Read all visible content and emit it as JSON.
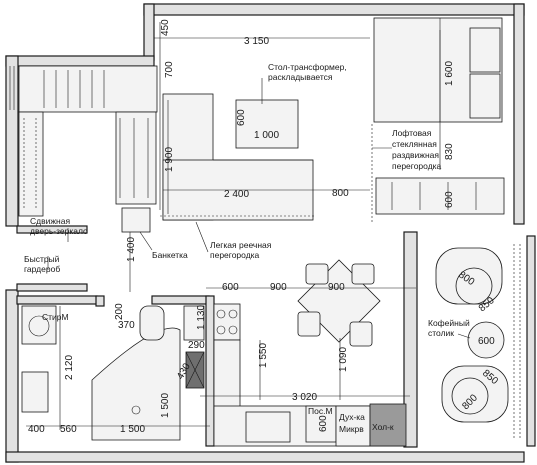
{
  "labels": {
    "table_transformer": "Стол-трансформер,",
    "table_transformer_2": "раскладывается",
    "loft_partition_1": "Лофтовая",
    "loft_partition_2": "стеклянная",
    "loft_partition_3": "раздвижная",
    "loft_partition_4": "перегородка",
    "sliding_door_1": "Сдвижная",
    "sliding_door_2": "дверь-зеркало",
    "quick_wardrobe_1": "Быстрый",
    "quick_wardrobe_2": "гардероб",
    "bench": "Банкетка",
    "rack_partition_1": "Легкая реечная",
    "rack_partition_2": "перегородка",
    "coffee_table_1": "Кофейный",
    "coffee_table_2": "столик",
    "washer": "СтирМ",
    "dishwasher": "Пос.М",
    "oven_micro_1": "Дух-ка",
    "oven_micro_2": "Микрв",
    "fridge": "Хол-к"
  },
  "dimensions": {
    "d450": "450",
    "d3150": "3 150",
    "d700": "700",
    "d1600": "1 600",
    "d600_table": "600",
    "d1000": "1 000",
    "d1900": "1 900",
    "d830": "830",
    "d2400": "2 400",
    "d800": "800",
    "d600_window": "600",
    "d1400": "1 400",
    "d600_h": "600",
    "d900_h": "900",
    "d900_table": "900",
    "d200": "200",
    "d370": "370",
    "d1130": "1 130",
    "d290": "290",
    "d2120": "2 120",
    "d430": "430",
    "d1550": "1 550",
    "d1090": "1 090",
    "d1500_v": "1 500",
    "d3020": "3 020",
    "d400": "400",
    "d560": "560",
    "d1500_h": "1 500",
    "d600_kitchen": "600",
    "d800_chair_top": "800",
    "d850_top": "850",
    "d600_coffee": "600",
    "d850_bottom": "850",
    "d800_chair_bottom": "800"
  }
}
